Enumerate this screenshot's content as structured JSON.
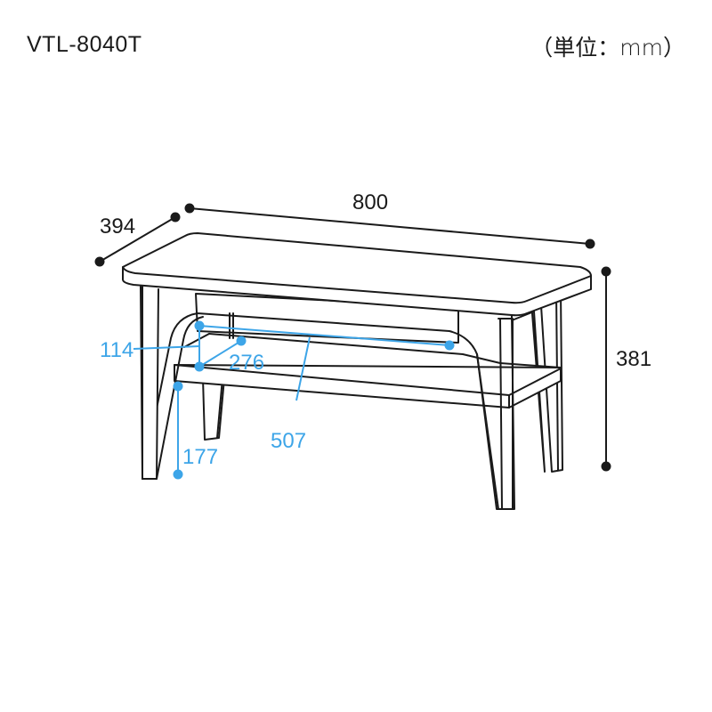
{
  "header": {
    "model_name": "VTL-8040T",
    "unit_label": "（単位：mm）"
  },
  "colors": {
    "outline": "#1a1a1a",
    "inner_dimension": "#3da5e8",
    "background": "#ffffff"
  },
  "dimensions": {
    "outer": {
      "width": "800",
      "depth": "394",
      "height": "381"
    },
    "inner": {
      "shelf_clearance_height": "114",
      "shelf_depth": "276",
      "shelf_width": "507",
      "floor_to_shelf_height": "177"
    }
  }
}
